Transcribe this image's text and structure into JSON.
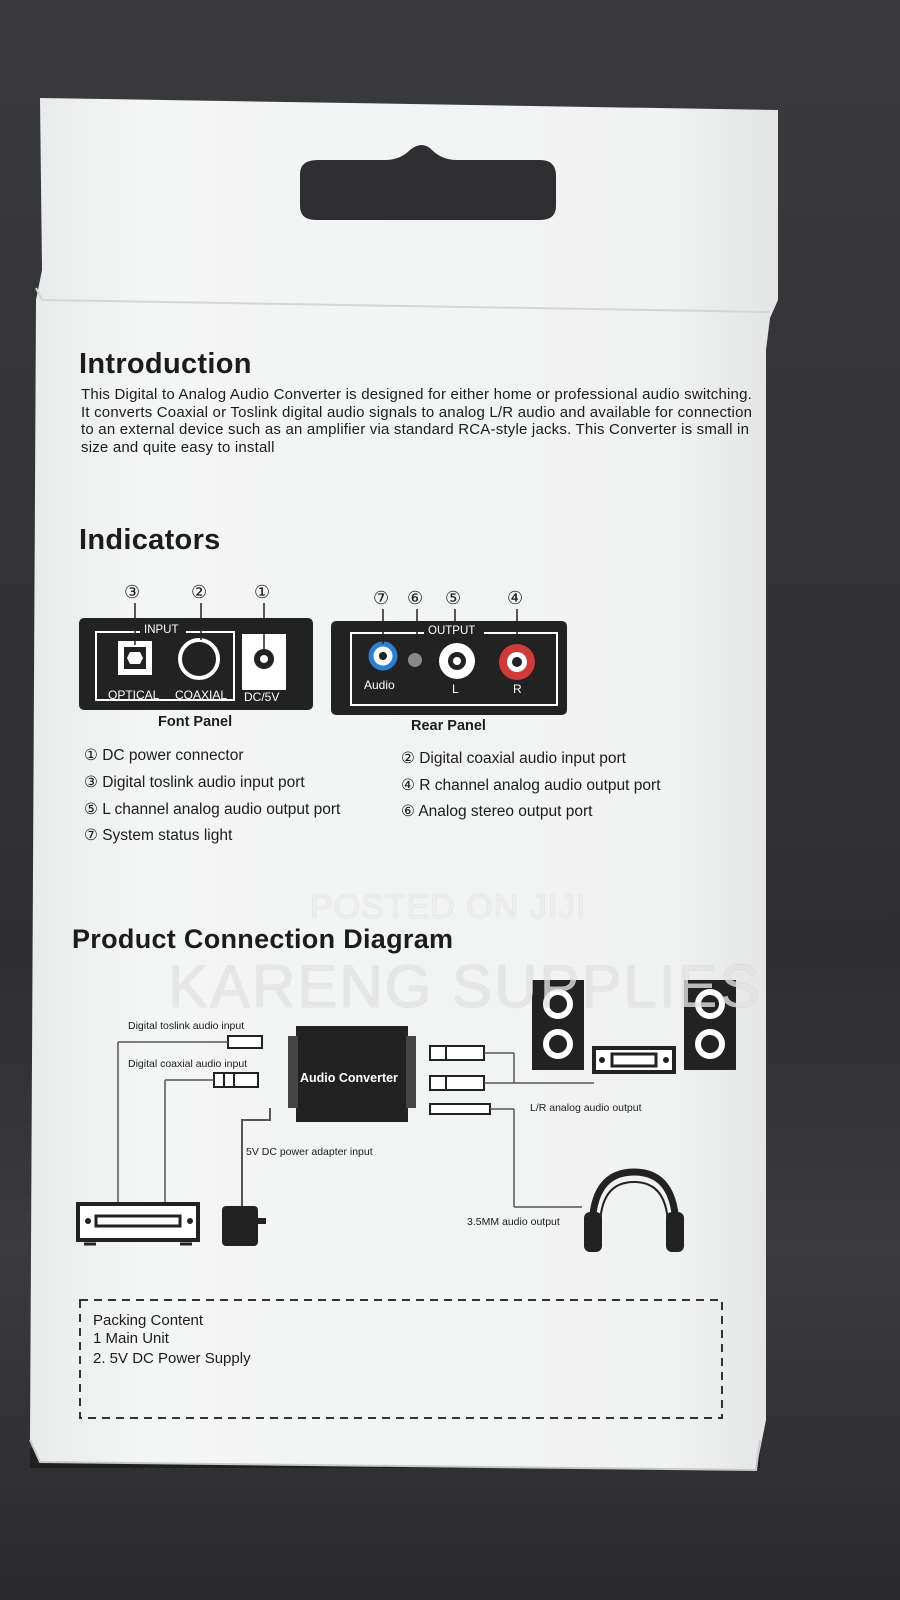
{
  "introduction": {
    "heading": "Introduction",
    "text": "This Digital to Analog Audio Converter is designed for either home or professional audio switching. It converts Coaxial or Toslink digital audio signals to analog L/R audio and available for connection to an external device such as an amplifier via standard RCA-style jacks. This Converter is small in size and quite easy to install"
  },
  "indicators": {
    "heading": "Indicators",
    "front_panel": {
      "group_label": "INPUT",
      "optical": "OPTICAL",
      "coaxial": "COAXIAL",
      "dc": "DC/5V",
      "num_optical": "③",
      "num_coaxial": "②",
      "num_dc": "①",
      "caption": "Font Panel"
    },
    "rear_panel": {
      "group_label": "OUTPUT",
      "audio": "Audio",
      "left": "L",
      "right": "R",
      "num_audio": "⑦",
      "num_light": "⑥",
      "num_left": "⑤",
      "num_right": "④",
      "caption": "Rear Panel"
    },
    "ports": [
      "① DC  power connector",
      "② Digital coaxial audio input port",
      "③ Digital toslink audio input port",
      "④ R channel analog audio output port",
      "⑤ L channel analog audio output port",
      "⑥ Analog stereo output port",
      "⑦ System status light"
    ]
  },
  "diagram": {
    "heading": "Product Connection Diagram",
    "toslink_label": "Digital toslink audio input",
    "coaxial_label": "Digital coaxial audio input",
    "device_label": "Audio Converter",
    "dc_label": "5V DC power adapter input",
    "lr_label": "L/R analog audio output",
    "mm_label": "3.5MM audio output"
  },
  "packing": {
    "title": "Packing Content",
    "items": [
      "1  Main Unit",
      "2. 5V DC Power Supply"
    ]
  },
  "watermark": {
    "line1": "POSTED ON JIJI",
    "line2": "KARENG SUPPLIES"
  },
  "colors": {
    "background": "#333335",
    "box": "#f1f2f2",
    "ink": "#1c1c1c",
    "panel": "#222222",
    "audio_jack": "#2e7fd0",
    "right_jack": "#d03a3a"
  }
}
